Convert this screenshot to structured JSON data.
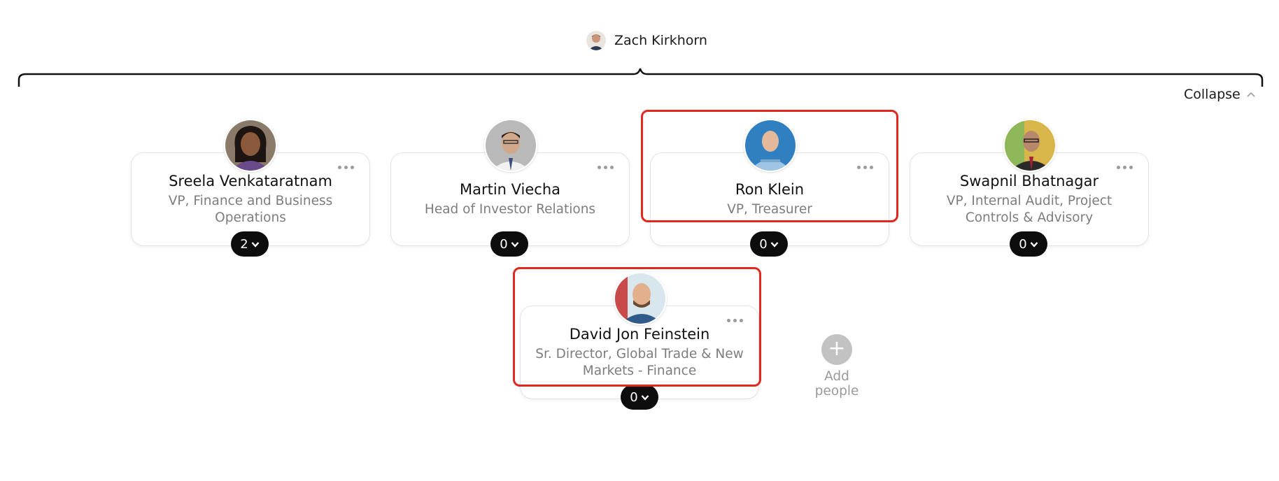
{
  "root": {
    "name": "Zach Kirkhorn"
  },
  "collapse_label": "Collapse",
  "reports": [
    {
      "name": "Sreela Venkataratnam",
      "title_line1": "VP, Finance and Business",
      "title_line2": "Operations",
      "count": "2"
    },
    {
      "name": "Martin Viecha",
      "title_line1": "Head of Investor Relations",
      "title_line2": "",
      "count": "0"
    },
    {
      "name": "Ron Klein",
      "title_line1": "VP, Treasurer",
      "title_line2": "",
      "count": "0"
    },
    {
      "name": "Swapnil Bhatnagar",
      "title_line1": "VP, Internal Audit, Project",
      "title_line2": "Controls & Advisory",
      "count": "0"
    }
  ],
  "sub_report": {
    "name": "David Jon Feinstein",
    "title_line1": "Sr. Director, Global Trade & New",
    "title_line2": "Markets - Finance",
    "count": "0"
  },
  "add_people_label": "Add people",
  "colors": {
    "highlight": "#e0281e",
    "pill": "#0d0d0d"
  }
}
